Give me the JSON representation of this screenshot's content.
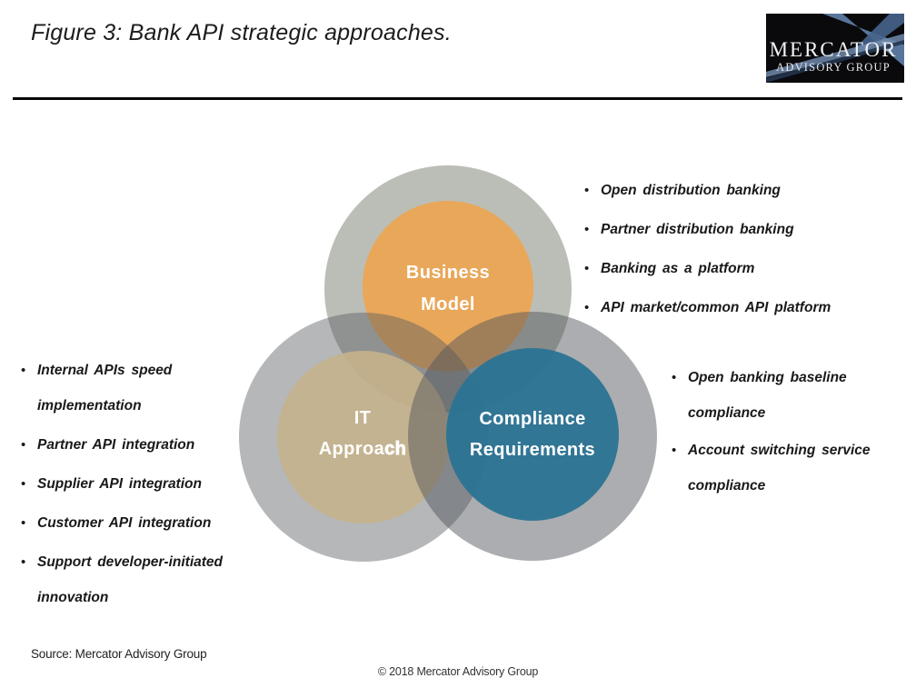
{
  "header": {
    "title": "Figure 3: Bank API strategic approaches.",
    "logo": {
      "line1": "MERCATOR",
      "line2": "ADVISORY GROUP"
    }
  },
  "venn": {
    "business_model": {
      "label_line1": "Business",
      "label_line2": "Model",
      "inner_color": "#EDA553",
      "outer_color": "#5E6450",
      "bullets": [
        "Open distribution banking",
        "Partner distribution banking",
        "Banking as a platform",
        "API market/common API platform"
      ]
    },
    "it_approach": {
      "label_line1": "IT",
      "label_line2_a": "Approa",
      "label_line2_b": "ch",
      "inner_color": "#C6B28C",
      "outer_color": "#565A60",
      "bullets": [
        "Internal APIs speed implementation",
        "Partner API integration",
        "Supplier API integration",
        "Customer API integration",
        "Support developer-initiated innovation"
      ]
    },
    "compliance_requirements": {
      "label_line1": "Compliance",
      "label_line2": "Requirements",
      "inner_color": "#2B7394",
      "outer_color": "#50545A",
      "bullets": [
        "Open banking baseline compliance",
        "Account switching service compliance"
      ]
    }
  },
  "footer": {
    "source": "Source: Mercator Advisory Group",
    "copyright": "© 2018 Mercator Advisory Group"
  }
}
